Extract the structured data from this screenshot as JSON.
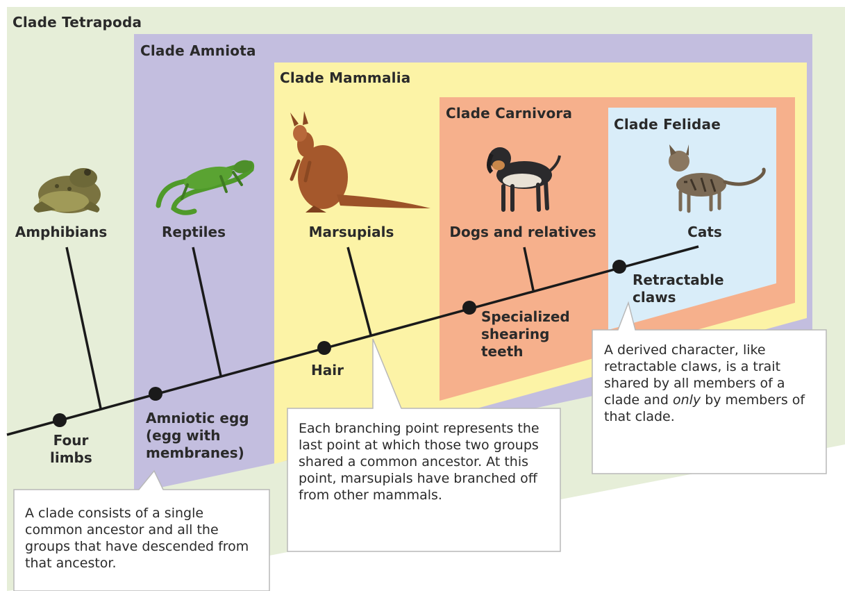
{
  "clades": {
    "tetrapoda": "Clade Tetrapoda",
    "amniota": "Clade Amniota",
    "mammalia": "Clade Mammalia",
    "carnivora": "Clade Carnivora",
    "felidae": "Clade Felidae"
  },
  "groups": {
    "amphibians": "Amphibians",
    "reptiles": "Reptiles",
    "marsupials": "Marsupials",
    "dogs": "Dogs and relatives",
    "cats": "Cats"
  },
  "traits": {
    "four_limbs": "Four\nlimbs",
    "amniotic_egg": "Amniotic egg\n(egg with\nmembranes)",
    "hair": "Hair",
    "teeth": "Specialized\nshearing\nteeth",
    "claws": "Retractable\nclaws"
  },
  "notes": {
    "clade_definition": "A clade consists of a single common ancestor and all the groups that have descended from that ancestor.",
    "branching_point": "Each branching point represents the last point at which those two groups shared a common ancestor. At this point, marsupials have branched off from other mammals.",
    "derived_character_1": "A derived character, like retractable claws, is a trait shared by all members of a clade and",
    "derived_character_only": "only",
    "derived_character_2": "by members of that clade."
  },
  "icons": [
    "frog-icon",
    "iguana-icon",
    "kangaroo-icon",
    "dog-icon",
    "cat-icon"
  ],
  "colors": {
    "tetrapoda": "#e6eed8",
    "amniota": "#c3bedf",
    "mammalia": "#fcf3a6",
    "carnivora": "#f6b08c",
    "felidae": "#d9edf9",
    "line": "#1a1a1a"
  }
}
